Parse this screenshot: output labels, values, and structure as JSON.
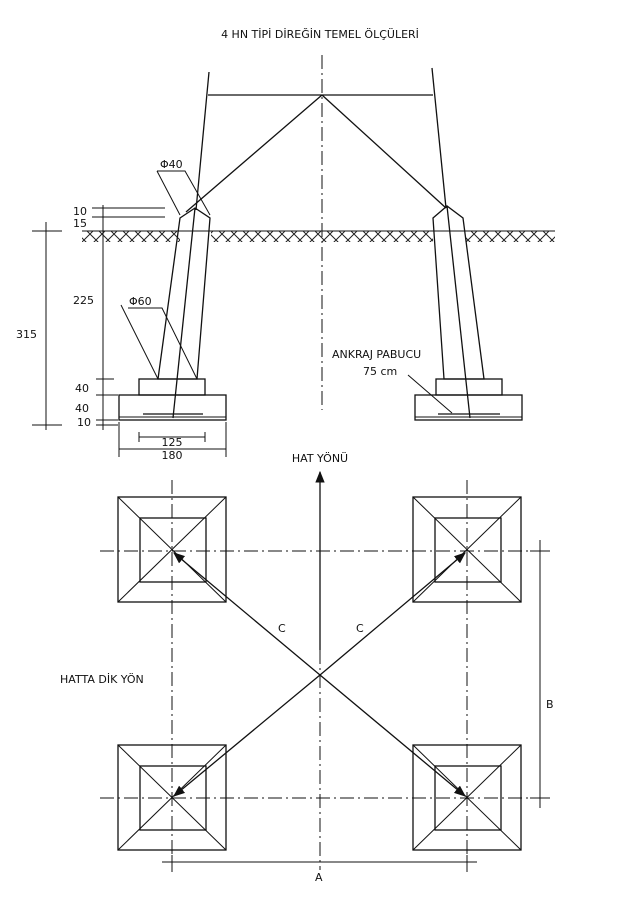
{
  "title": "4 HN TİPİ DİREĞİN TEMEL ÖLÇÜLERİ",
  "elevation": {
    "diameter_top": "Φ40",
    "diameter_bottom": "Φ60",
    "dims": {
      "d10_top": "10",
      "d15": "15",
      "d225": "225",
      "d315": "315",
      "d40_a": "40",
      "d40_b": "40",
      "d10_bottom": "10",
      "d125": "125",
      "d180": "180"
    },
    "anchor_label": "ANKRAJ PABUCU",
    "anchor_size": "75 cm"
  },
  "plan": {
    "line_direction": "HAT YÖNÜ",
    "perpendicular_direction": "HATTA DİK YÖN",
    "label_a": "A",
    "label_b": "B",
    "label_c_left": "C",
    "label_c_right": "C"
  }
}
